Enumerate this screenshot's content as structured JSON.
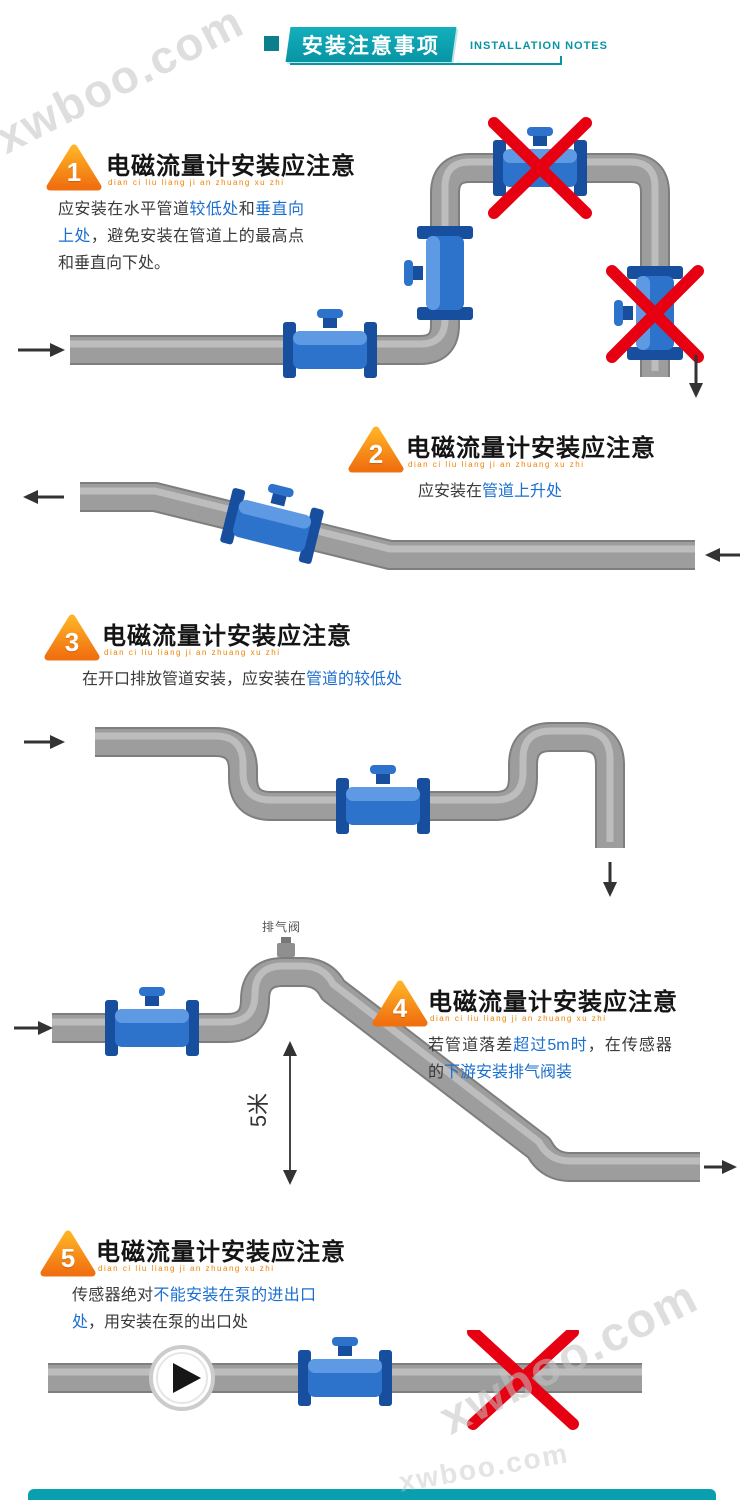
{
  "watermark": {
    "text": "xwboo.com"
  },
  "header": {
    "title": "安装注意事项",
    "subtitle": "INSTALLATION NOTES"
  },
  "colors": {
    "accent_teal": "#0a9fae",
    "highlight_blue": "#1b6fd0",
    "warning_orange": "#f28b0c",
    "cross_red": "#e60012",
    "flowmeter_blue": "#2d73cc",
    "pipe_gray": "#9d9d9d"
  },
  "sections": [
    {
      "number": "1",
      "heading": "电磁流量计安装应注意",
      "pinyin": "dian ci liu liang ji an zhuang xu zhi",
      "desc": [
        {
          "t": "应安装在水平管道"
        },
        {
          "t": "较低处",
          "hl": true
        },
        {
          "t": "和"
        },
        {
          "t": "垂直向上处",
          "hl": true
        },
        {
          "t": "，避免安装在管道上的最高点和垂直向下处。"
        }
      ]
    },
    {
      "number": "2",
      "heading": "电磁流量计安装应注意",
      "pinyin": "dian ci liu liang ji an zhuang xu zhi",
      "desc": [
        {
          "t": "应安装在"
        },
        {
          "t": "管道上升处",
          "hl": true
        }
      ]
    },
    {
      "number": "3",
      "heading": "电磁流量计安装应注意",
      "pinyin": "dian ci liu liang ji an zhuang xu zhi",
      "desc": [
        {
          "t": "在开口排放管道安装，应安装在"
        },
        {
          "t": "管道的较低处",
          "hl": true
        }
      ]
    },
    {
      "number": "4",
      "heading": "电磁流量计安装应注意",
      "pinyin": "dian ci liu liang ji an zhuang xu zhi",
      "desc": [
        {
          "t": "若管道落差"
        },
        {
          "t": "超过5m时",
          "hl": true
        },
        {
          "t": "，在传感器的"
        },
        {
          "t": "下游安装排气阀装",
          "hl": true
        }
      ],
      "labels": {
        "valve": "排气阀",
        "height": "5米"
      }
    },
    {
      "number": "5",
      "heading": "电磁流量计安装应注意",
      "pinyin": "dian ci liu liang ji an zhuang xu zhi",
      "desc": [
        {
          "t": "传感器绝对"
        },
        {
          "t": "不能安装在泵的进出口处",
          "hl": true
        },
        {
          "t": "，用安装在泵的出口处"
        }
      ]
    }
  ]
}
